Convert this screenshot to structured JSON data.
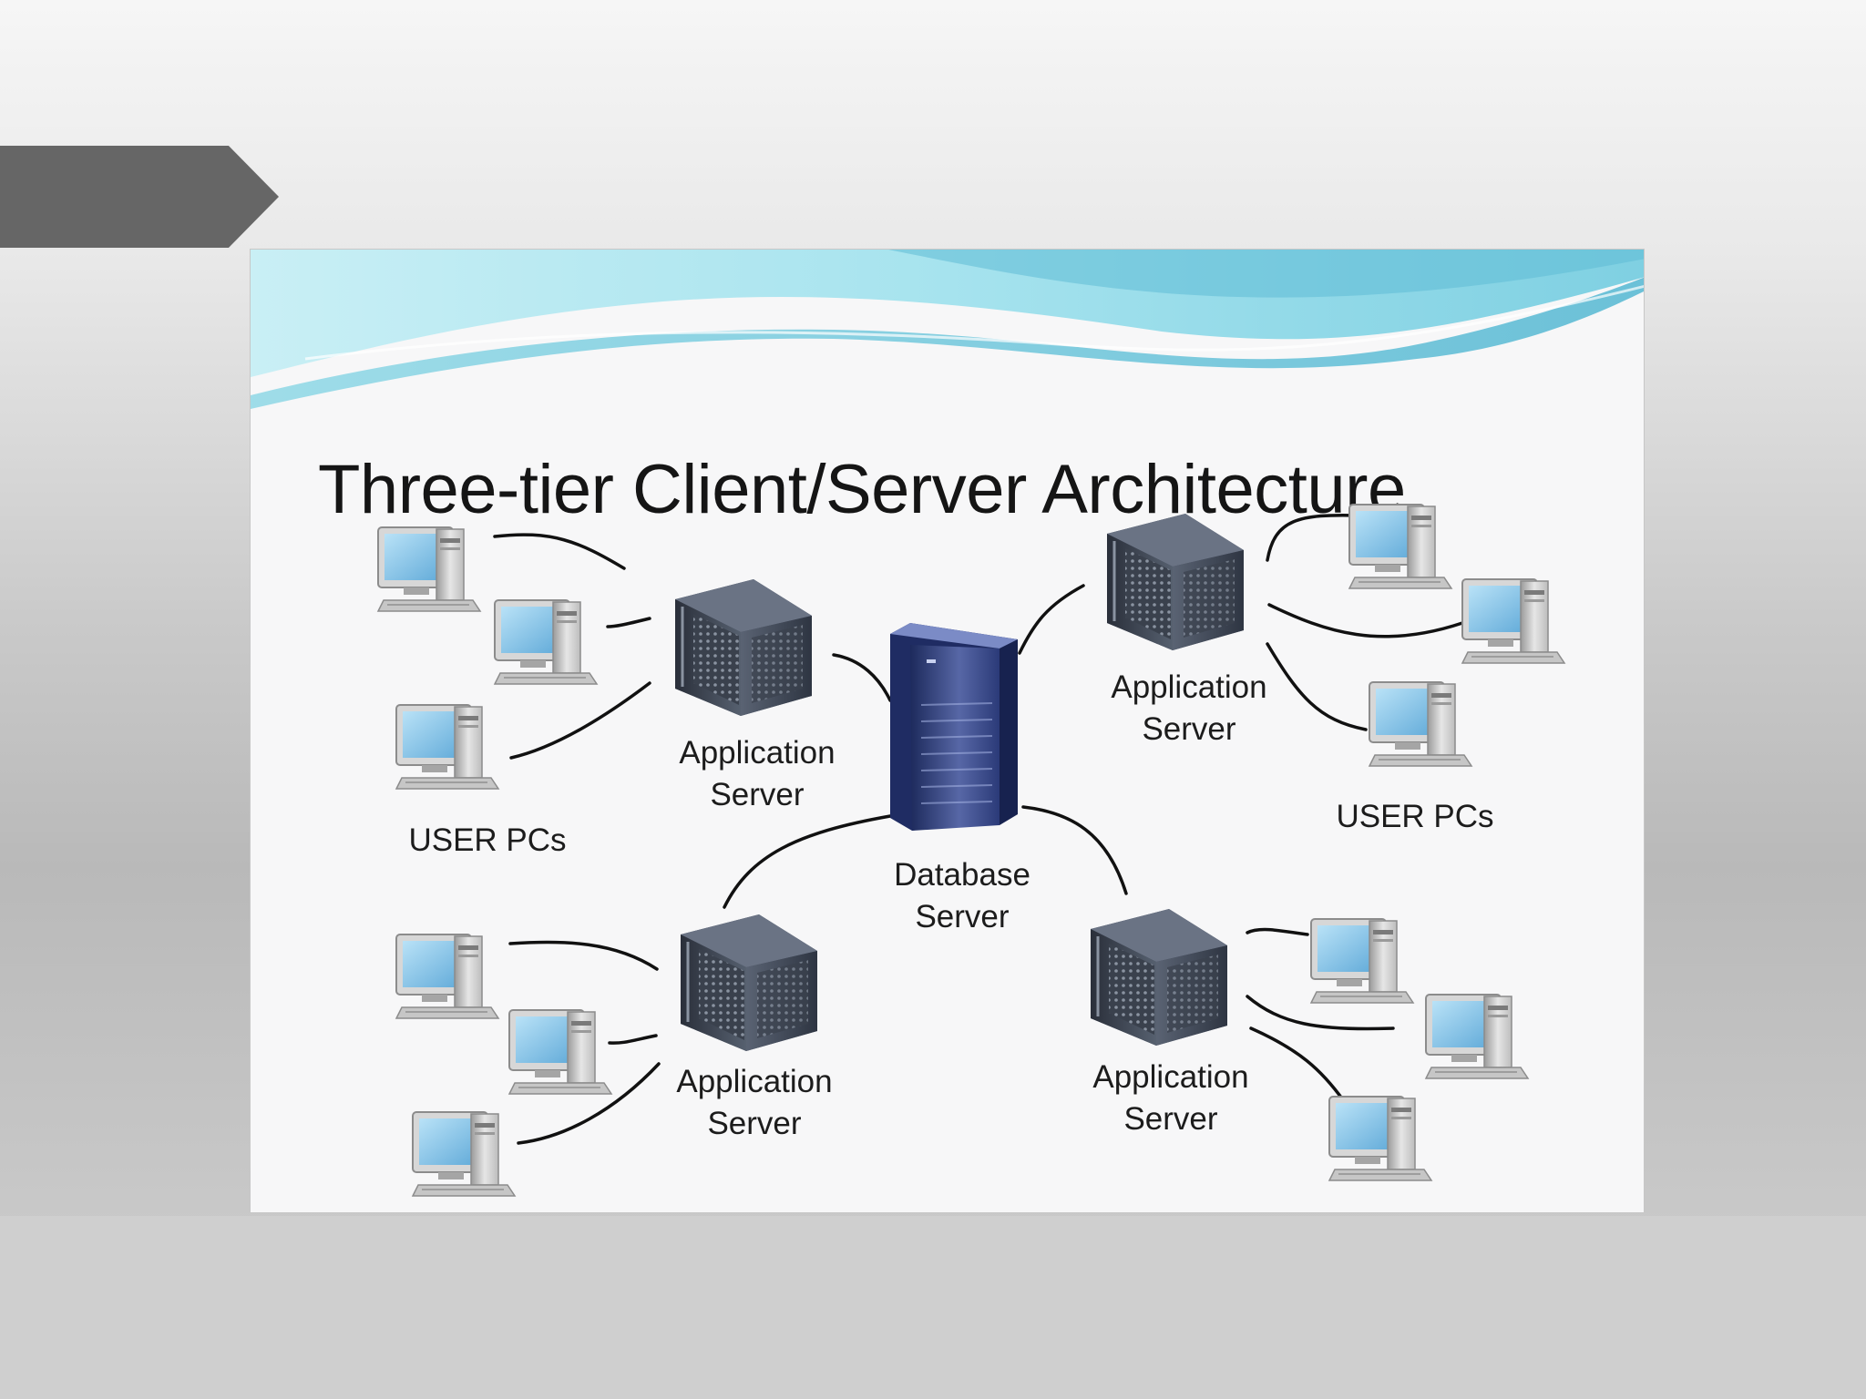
{
  "slide": {
    "title": "Three-tier Client/Server Architecture"
  },
  "diagram": {
    "app_servers": [
      {
        "label_line1": "Application",
        "label_line2": "Server"
      },
      {
        "label_line1": "Application",
        "label_line2": "Server"
      },
      {
        "label_line1": "Application",
        "label_line2": "Server"
      },
      {
        "label_line1": "Application",
        "label_line2": "Server"
      }
    ],
    "database_server": {
      "label_line1": "Database",
      "label_line2": "Server"
    },
    "user_pc_groups": [
      {
        "label": "USER PCs"
      },
      {
        "label": "USER PCs"
      }
    ]
  },
  "colors": {
    "header_wave_light": "#a7e3ee",
    "header_wave_dark": "#6ec9db",
    "monitor_screen": "#8cc8ea",
    "app_server_body": "#3b4453",
    "db_server_body": "#2e3e7a",
    "arrow_tab": "#666666"
  }
}
